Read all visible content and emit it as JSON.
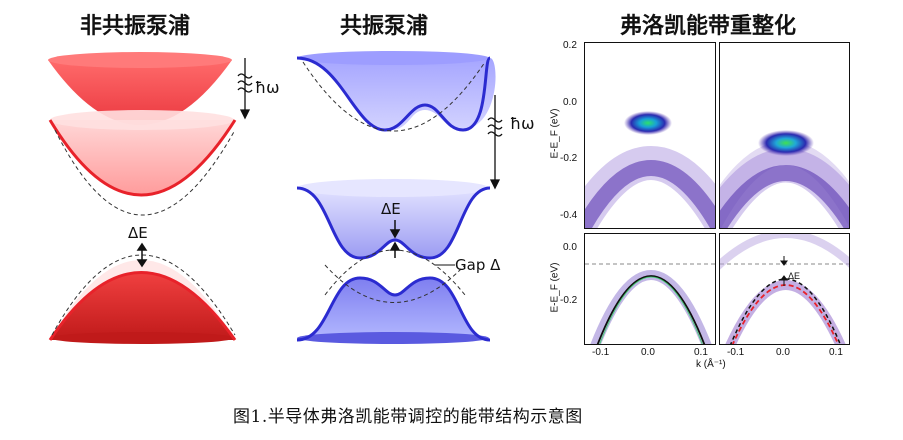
{
  "panels": {
    "non_resonant": {
      "title": "非共振泵浦",
      "photon": "ħω",
      "gap_label": "ΔE"
    },
    "resonant": {
      "title": "共振泵浦",
      "photon": "ħω",
      "gap_label": "ΔE",
      "gap2_label": "Gap Δ"
    },
    "floquet": {
      "title": "弗洛凯能带重整化",
      "y_axis_label": "E-E_F (eV)",
      "upper_y_ticks": [
        "0.2",
        "0.0",
        "-0.2",
        "-0.4"
      ],
      "lower_y_ticks": [
        "0.0",
        "-0.2"
      ],
      "x_ticks_left": [
        "-0.1",
        "0.0",
        "0.1"
      ],
      "x_ticks_right": [
        "-0.1",
        "0.0",
        "0.1"
      ],
      "x_axis_label": "k (Å⁻¹)",
      "inset_label": "ΔE"
    }
  },
  "caption": "图1.半导体弗洛凯能带调控的能带结构示意图",
  "colors": {
    "red": "#e8222a",
    "blue": "#2b2bd0",
    "purple": "#6a3fb0"
  }
}
